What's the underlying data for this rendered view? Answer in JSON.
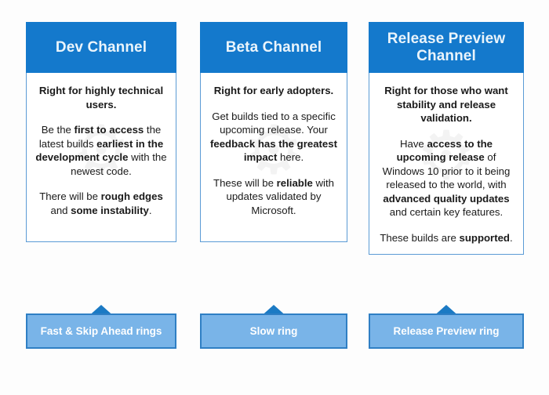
{
  "theme": {
    "header_blue": "#1479cc",
    "arrow_blue": "#1b7ac4",
    "ring_box_fill": "#79b4e8",
    "ring_box_border": "#2f7fc4",
    "card_border": "#5b9bd5",
    "page_background": "#fdfdfd",
    "header_text": "#eaf4fb",
    "body_text": "#1a1a1a"
  },
  "columns": [
    {
      "id": "dev",
      "header": "Dev Channel",
      "lead": "Right for highly technical users.",
      "paragraphs": [
        [
          {
            "text": "Be the ",
            "bold": false
          },
          {
            "text": "first to access",
            "bold": true
          },
          {
            "text": " the latest builds ",
            "bold": false
          },
          {
            "text": "earliest in the development cycle",
            "bold": true
          },
          {
            "text": " with the newest code.",
            "bold": false
          }
        ],
        [
          {
            "text": "There will be ",
            "bold": false
          },
          {
            "text": "rough edges",
            "bold": true
          },
          {
            "text": " and ",
            "bold": false
          },
          {
            "text": "some instability",
            "bold": true
          },
          {
            "text": ".",
            "bold": false
          }
        ]
      ],
      "ring_label": "Fast & Skip Ahead rings"
    },
    {
      "id": "beta",
      "header": "Beta Channel",
      "lead": "Right for early adopters.",
      "paragraphs": [
        [
          {
            "text": "Get builds tied to a specific upcoming release. Your ",
            "bold": false
          },
          {
            "text": "feedback has the greatest impact",
            "bold": true
          },
          {
            "text": " here.",
            "bold": false
          }
        ],
        [
          {
            "text": "These will be ",
            "bold": false
          },
          {
            "text": "reliable",
            "bold": true
          },
          {
            "text": " with updates validated by Microsoft.",
            "bold": false
          }
        ]
      ],
      "ring_label": "Slow ring"
    },
    {
      "id": "release-preview",
      "header": "Release Preview Channel",
      "lead": "Right for those who want stability and release validation.",
      "paragraphs": [
        [
          {
            "text": "Have ",
            "bold": false
          },
          {
            "text": "access to the upcoming release",
            "bold": true
          },
          {
            "text": " of Windows 10 prior to it being released to the world, with ",
            "bold": false
          },
          {
            "text": "advanced quality updates",
            "bold": true
          },
          {
            "text": " and certain key features.",
            "bold": false
          }
        ],
        [
          {
            "text": "These builds are ",
            "bold": false
          },
          {
            "text": "supported",
            "bold": true
          },
          {
            "text": ".",
            "bold": false
          }
        ]
      ],
      "ring_label": "Release Preview ring"
    }
  ]
}
